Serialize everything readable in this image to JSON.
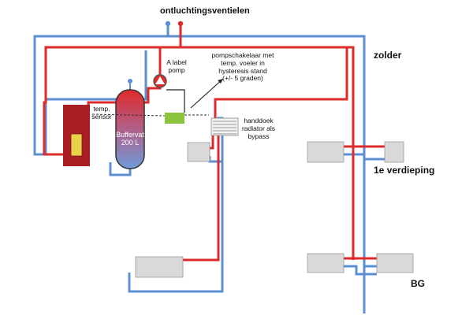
{
  "labels": {
    "vents": "ontluchtingsventielen",
    "attic": "zolder",
    "first_floor": "1e verdieping",
    "ground_floor": "BG",
    "pump": [
      "A label",
      "pomp"
    ],
    "pump_switch": [
      "pompschakelaar met",
      "temp. voeler in",
      "hysteresis stand",
      "(+/- 5 graden)"
    ],
    "temp_sensor": [
      "temp.",
      "sensor"
    ],
    "buffer_tank": [
      "Buffervat",
      "200 L"
    ],
    "towel_radiator": [
      "handdoek",
      "radiator  als",
      "bypass"
    ]
  },
  "colors": {
    "supply_pipe": "#dd2a2a",
    "return_pipe": "#5b8fd0",
    "boiler": "#a81e22",
    "boiler_window": "#e8d24a",
    "controller": "#8cc43f",
    "radiator": "#d9d9d9"
  }
}
